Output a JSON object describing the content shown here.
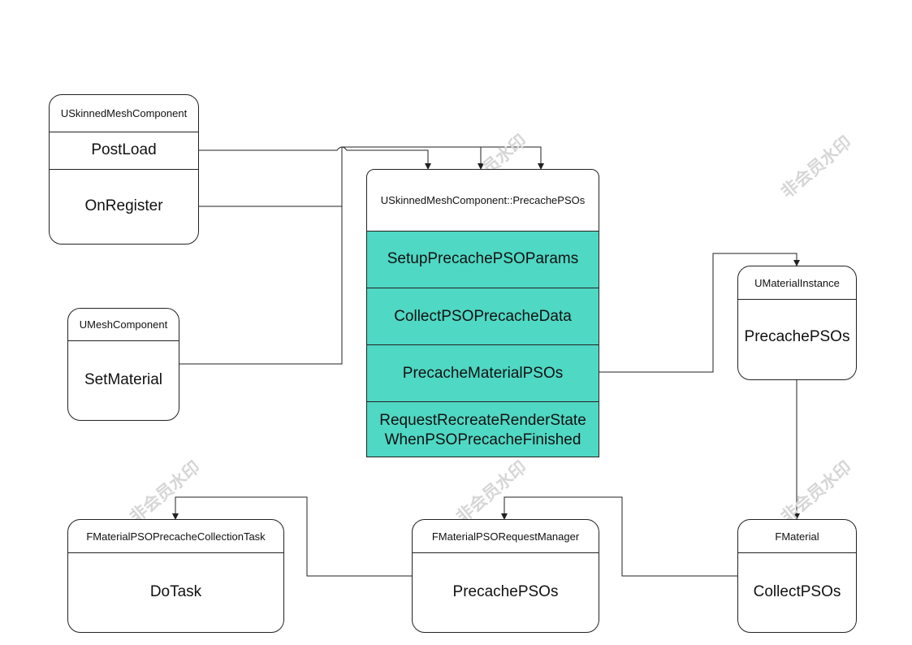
{
  "watermark": "非会员水印",
  "nodes": {
    "uskinned": {
      "title": "USkinnedMeshComponent",
      "methods": [
        "PostLoad",
        "OnRegister"
      ]
    },
    "umesh": {
      "title": "UMeshComponent",
      "methods": [
        "SetMaterial"
      ]
    },
    "precache": {
      "title": "USkinnedMeshComponent::PrecachePSOs",
      "steps": [
        "SetupPrecachePSOParams",
        "CollectPSOPrecacheData",
        "PrecacheMaterialPSOs"
      ],
      "last_step": [
        "RequestRecreateRenderState",
        "WhenPSOPrecacheFinished"
      ]
    },
    "umatinst": {
      "title": "UMaterialInstance",
      "methods": [
        "PrecachePSOs"
      ]
    },
    "fmaterial": {
      "title": "FMaterial",
      "methods": [
        "CollectPSOs"
      ]
    },
    "fmatreq": {
      "title": "FMaterialPSORequestManager",
      "methods": [
        "PrecachePSOs"
      ]
    },
    "fmattask": {
      "title": "FMaterialPSOPrecacheCollectionTask",
      "methods": [
        "DoTask"
      ]
    }
  },
  "colors": {
    "step_fill": "#4fd8c4",
    "line": "#222222",
    "watermark": "#d6d6d6"
  }
}
